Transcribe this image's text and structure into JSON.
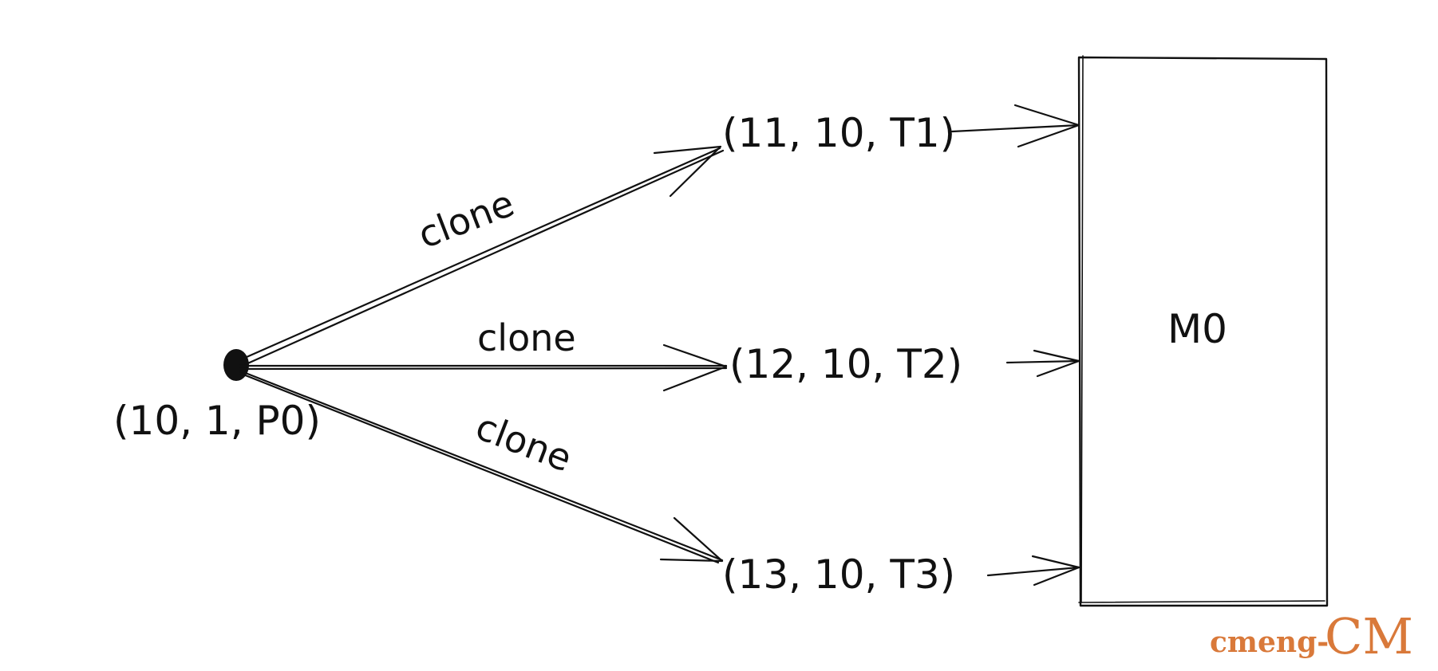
{
  "origin": {
    "label": "(10, 1, P0)"
  },
  "edges": [
    {
      "label": "clone",
      "target": "(11, 10, T1)"
    },
    {
      "label": "clone",
      "target": "(12, 10, T2)"
    },
    {
      "label": "clone",
      "target": "(13, 10, T3)"
    }
  ],
  "box": {
    "label": "M0"
  },
  "watermark": {
    "prefix": "cmeng-",
    "suffix": "CM"
  },
  "colors": {
    "ink": "#111111",
    "watermark": "#d9793a",
    "background": "#ffffff"
  }
}
